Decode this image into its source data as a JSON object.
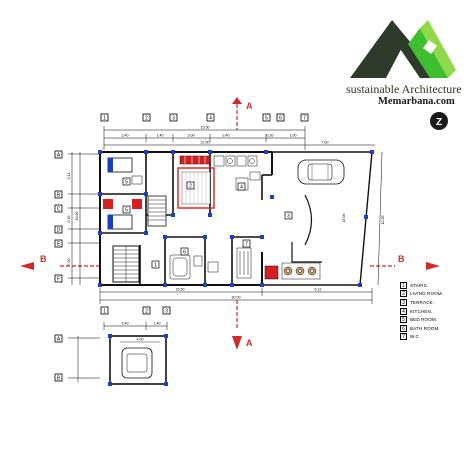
{
  "brand": {
    "name": "sustainable Architecture",
    "site": "Memarbana.com",
    "colors": {
      "dark": "#2f3b2a",
      "green": "#3fbf2f",
      "light_green": "#8fd84a"
    }
  },
  "section_marks": {
    "a_top": "A",
    "a_bottom": "A",
    "b_left": "B",
    "b_right": "B"
  },
  "grid_rows": [
    "A",
    "B",
    "C",
    "D",
    "E",
    "F"
  ],
  "grid_columns": [
    "1",
    "2",
    "3",
    "4",
    "5",
    "6",
    "7"
  ],
  "parking_grid": {
    "rows": [
      "A",
      "B"
    ],
    "columns": [
      "1",
      "2",
      "3"
    ]
  },
  "dimensions": {
    "top_total": "15.50",
    "top_sub": "21.50",
    "top_segments": [
      "3.40",
      "1.40",
      "3.00",
      "3.40",
      "0.20",
      "1.00"
    ],
    "right_top": "7.00",
    "bottom_segments": [
      "15.50",
      "30.00",
      "5.12"
    ],
    "left_segments": [
      "0.11",
      "0.16",
      "10.00",
      "7.00"
    ],
    "parking_width": "3.40",
    "parking_segments": [
      "3.40",
      "1.40"
    ],
    "parking_inner": "4.00",
    "right_side": "10.25",
    "terrace_label": "15.00"
  },
  "room_tags": [
    "1",
    "2",
    "3",
    "4",
    "5",
    "6",
    "7"
  ],
  "legend": [
    {
      "num": "1",
      "label": "STAIRS."
    },
    {
      "num": "2",
      "label": "LIVING ROOM."
    },
    {
      "num": "3",
      "label": "TERRACE."
    },
    {
      "num": "4",
      "label": "KITCHEN."
    },
    {
      "num": "5",
      "label": "BED ROOM."
    },
    {
      "num": "6",
      "label": "BATH ROOM."
    },
    {
      "num": "7",
      "label": "W.C"
    }
  ],
  "colors": {
    "wall": "#111111",
    "column": "#1f3fbf",
    "accent_red": "#d62020",
    "arrow_red": "#d22a2a"
  }
}
